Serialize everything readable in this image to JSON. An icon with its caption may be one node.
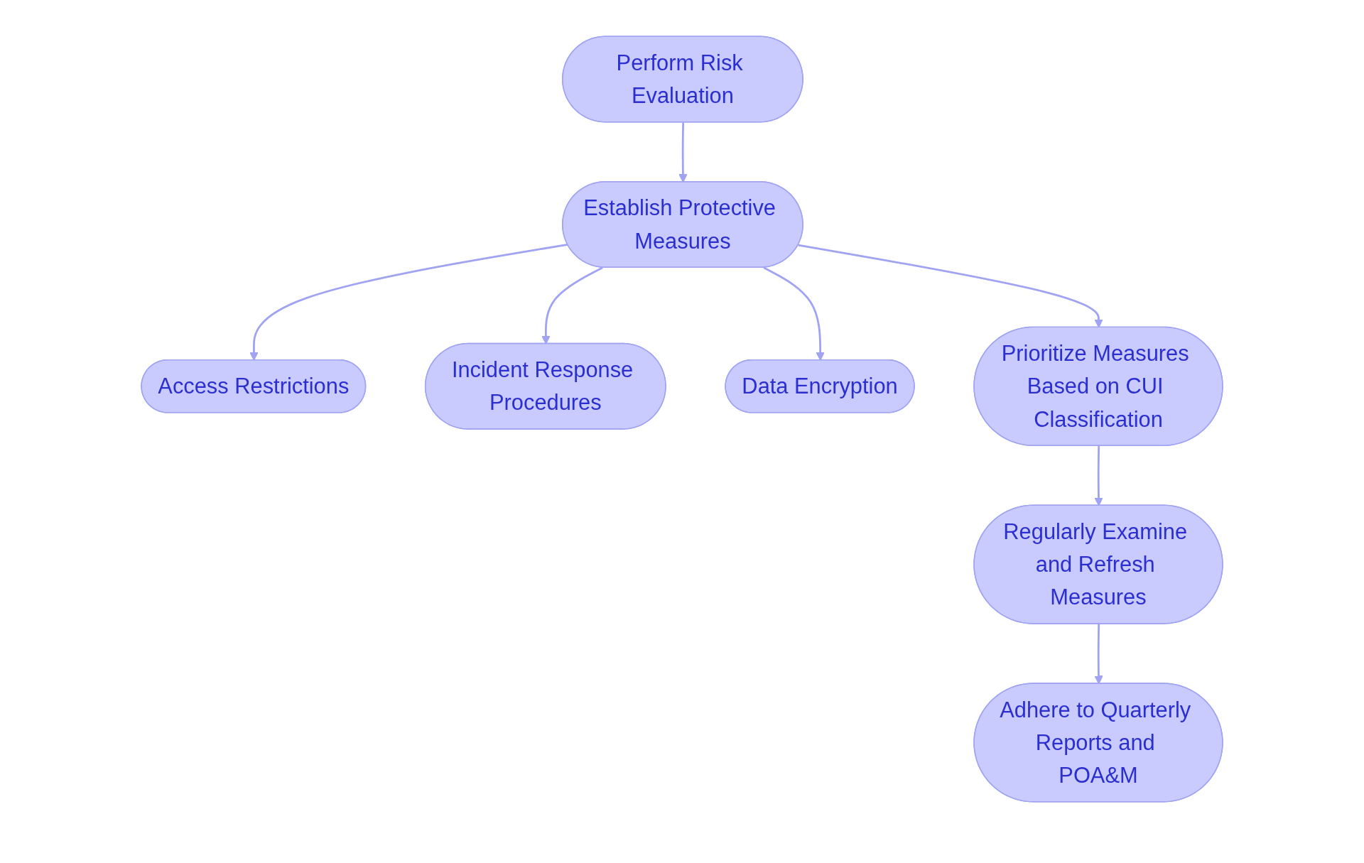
{
  "diagram": {
    "nodes": [
      {
        "text": [
          "Perform Risk Evaluation"
        ]
      },
      {
        "text": [
          "Establish Protective Measures"
        ]
      },
      {
        "text": [
          "Access Restrictions"
        ]
      },
      {
        "text": [
          "Incident Response Procedures"
        ]
      },
      {
        "text": [
          "Data Encryption"
        ]
      },
      {
        "text": [
          "Prioritize Measures Based on CUI Classification"
        ]
      },
      {
        "text": [
          "Regularly Examine and Refresh Measures"
        ]
      },
      {
        "text": [
          "Adhere to Quarterly Reports and POA&M"
        ]
      }
    ],
    "edges": [
      {
        "from": 0,
        "to": 1,
        "arrow": "to"
      },
      {
        "from": 1,
        "to": 2,
        "arrow": "to"
      },
      {
        "from": 1,
        "to": 3,
        "arrow": "to"
      },
      {
        "from": 1,
        "to": 4,
        "arrow": "to"
      },
      {
        "from": 1,
        "to": 5,
        "arrow": "to"
      },
      {
        "from": 5,
        "to": 6,
        "arrow": "to"
      },
      {
        "from": 6,
        "to": 7,
        "arrow": "to"
      }
    ]
  }
}
